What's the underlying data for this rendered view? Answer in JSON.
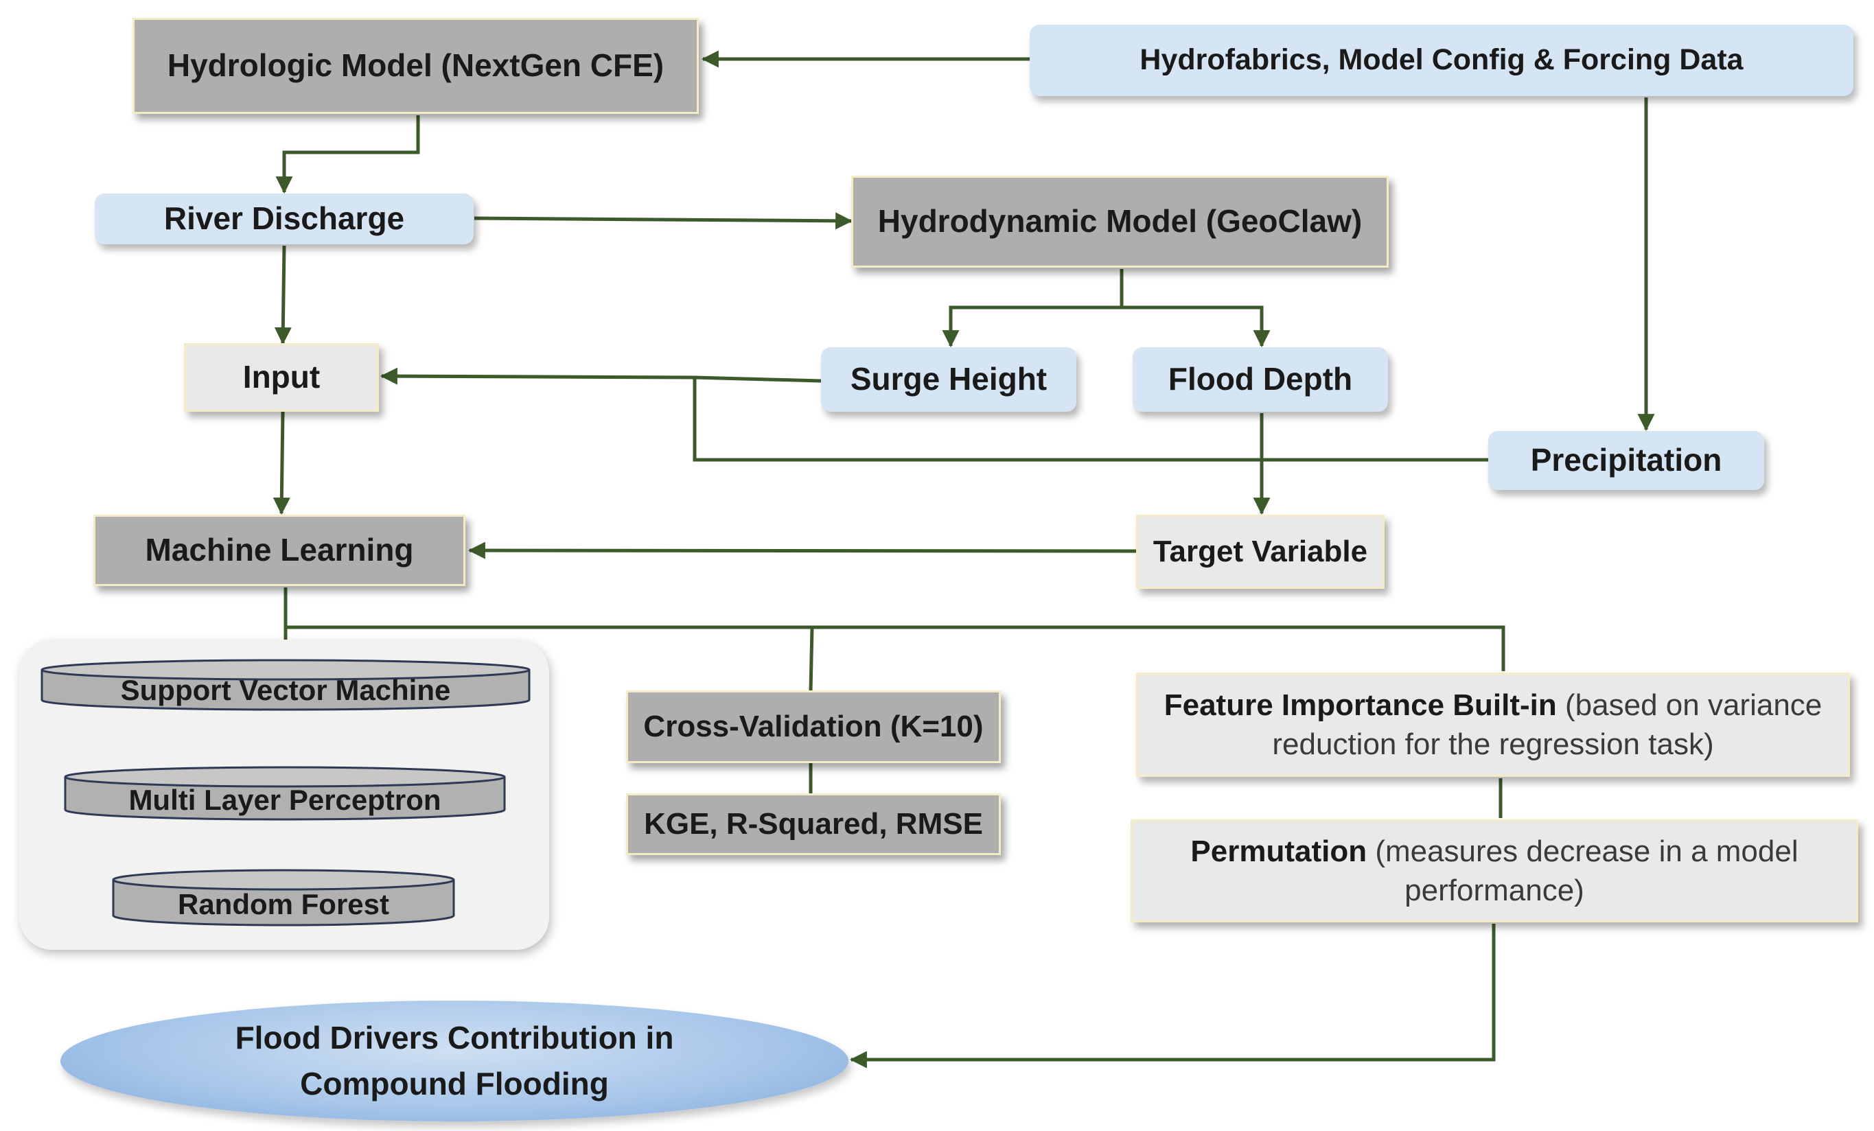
{
  "nodes": {
    "hydrologic_model": "Hydrologic Model (NextGen CFE)",
    "hydrofabrics": "Hydrofabrics, Model Config & Forcing Data",
    "river_discharge": "River Discharge",
    "hydrodynamic_model": "Hydrodynamic Model (GeoClaw)",
    "input": "Input",
    "surge_height": "Surge Height",
    "flood_depth": "Flood Depth",
    "precipitation": "Precipitation",
    "machine_learning": "Machine Learning",
    "target_variable": "Target Variable",
    "cross_validation": "Cross-Validation (K=10)",
    "metrics": "KGE, R-Squared, RMSE",
    "feature_importance_title": "Feature Importance Built-in",
    "feature_importance_detail_1": "(based on variance",
    "feature_importance_detail_2": "reduction for the regression task)",
    "permutation_title": "Permutation",
    "permutation_detail_1": "(measures decrease in a model",
    "permutation_detail_2": "performance)",
    "flood_drivers_line1": "Flood Drivers Contribution in",
    "flood_drivers_line2": "Compound Flooding"
  },
  "ml_models": [
    "Support Vector Machine",
    "Multi Layer Perceptron",
    "Random Forest"
  ],
  "colors": {
    "arrow": "#3d5a2b",
    "gray_box": "#aeaeae",
    "blue_box": "#d6e5f3",
    "light_box": "#e9e9e9",
    "box_border": "#f5ebc4",
    "ellipse": "#a9c7ea"
  }
}
